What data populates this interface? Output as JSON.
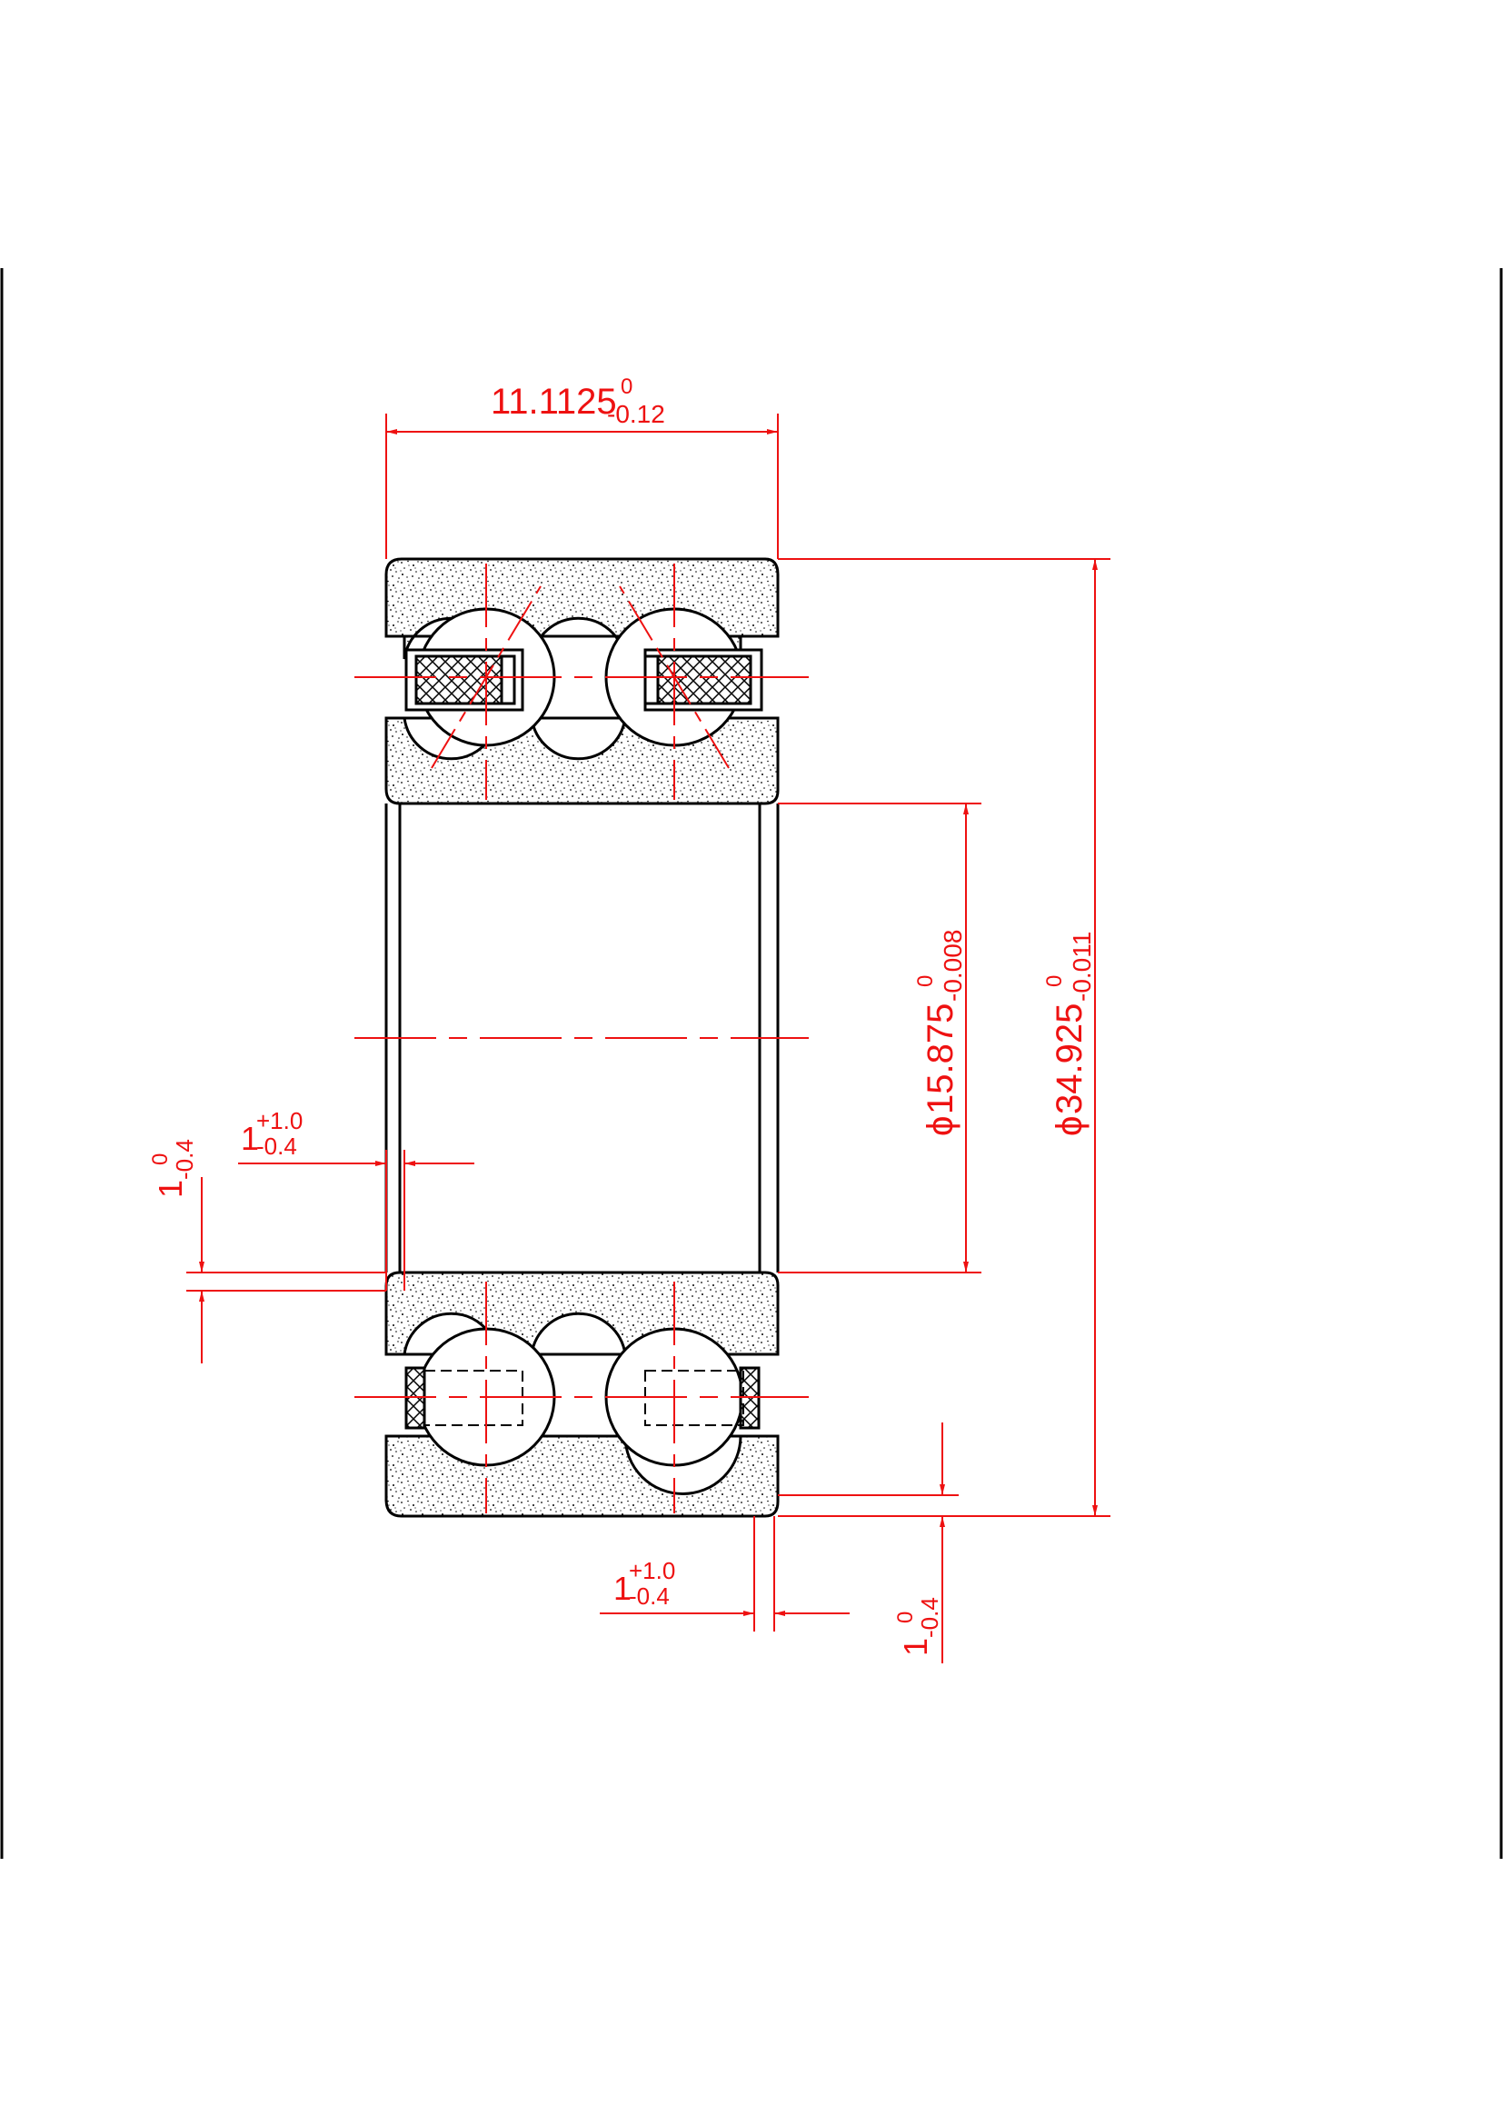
{
  "colors": {
    "outline": "#000000",
    "dimension": "#ee1111",
    "background": "#ffffff"
  },
  "dimensions": {
    "width": {
      "nominal": "11.1125",
      "upper": "0",
      "lower": "-0.12"
    },
    "bore": {
      "symbol": "ϕ",
      "nominal": "15.875",
      "upper": "0",
      "lower": "-0.008"
    },
    "outer": {
      "symbol": "ϕ",
      "nominal": "34.925",
      "upper": "0",
      "lower": "-0.011"
    },
    "chamfer_top_left_axial": {
      "nominal": "1",
      "upper": "+1.0",
      "lower": "-0.4"
    },
    "chamfer_left_radial": {
      "nominal": "1",
      "upper": "0",
      "lower": "-0.4"
    },
    "chamfer_bottom_axial": {
      "nominal": "1",
      "upper": "+1.0",
      "lower": "-0.4"
    },
    "chamfer_right_radial": {
      "nominal": "1",
      "upper": "0",
      "lower": "-0.4"
    }
  }
}
